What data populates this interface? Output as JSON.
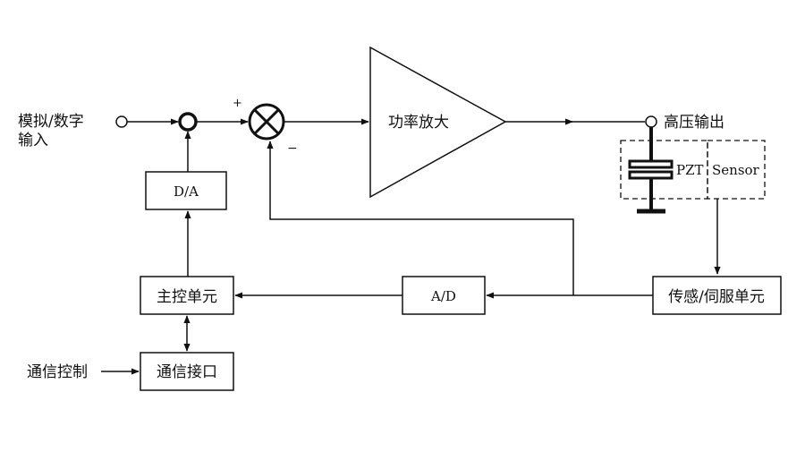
{
  "inputs": {
    "analog_line1": "模拟/数字",
    "analog_line2": "输入",
    "comm_control": "通信控制"
  },
  "summing_junction": {
    "plus": "+",
    "minus": "−"
  },
  "amplifier": {
    "label": "功率放大"
  },
  "output": {
    "label": "高压输出"
  },
  "pzt": {
    "label": "PZT",
    "sensor_label": "Sensor"
  },
  "blocks": {
    "da": "D/A",
    "ad": "A/D",
    "main_control": "主控单元",
    "comm_interface": "通信接口",
    "sensor_servo": "传感/伺服单元"
  }
}
